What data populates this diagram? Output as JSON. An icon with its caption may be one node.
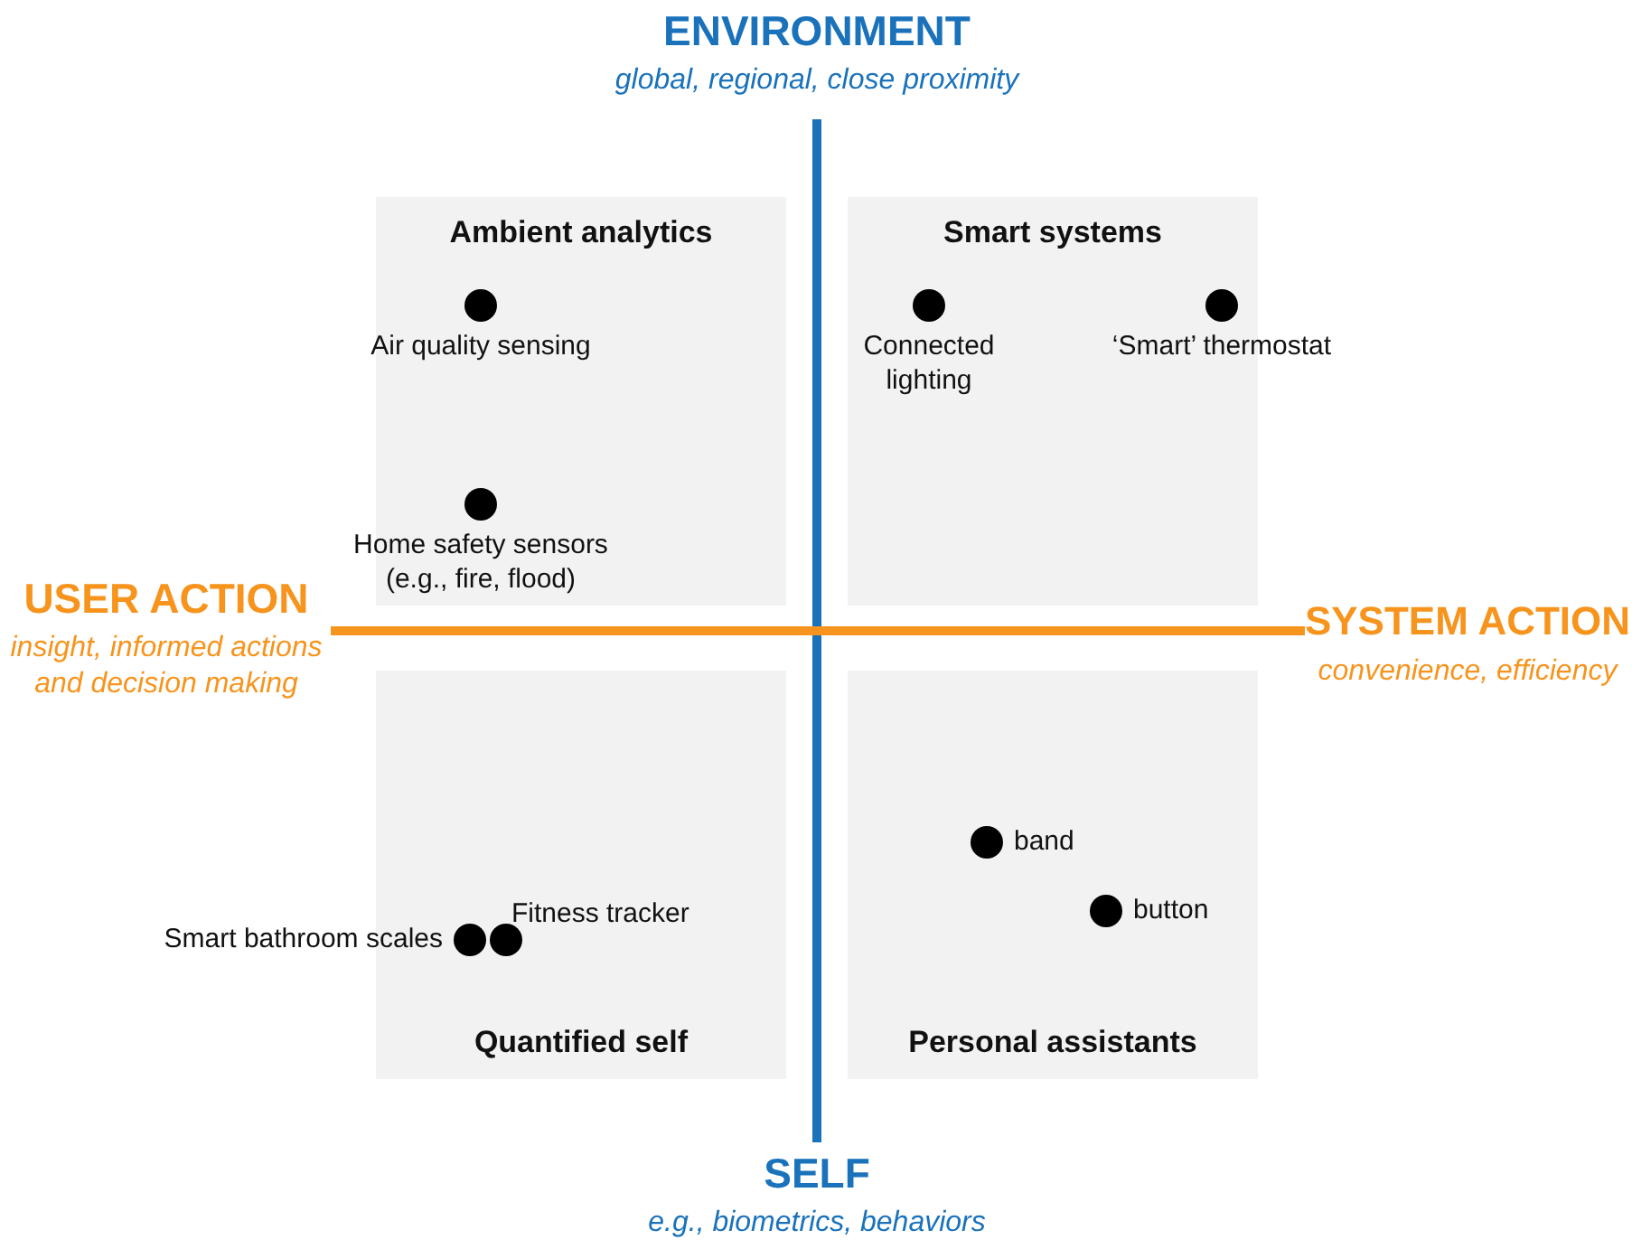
{
  "diagram": {
    "nodes": [
      {
        "text": [
          "Ambient analytics"
        ]
      },
      {
        "text": [],
        "shape": "circle",
        "beside": [
          "Air quality sensing"
        ],
        "in": 0
      },
      {
        "text": [],
        "shape": "circle",
        "beside": [
          "Home safety sensors (e.g., fire, flood)"
        ],
        "in": 0
      },
      {
        "text": [
          "Smart systems"
        ]
      },
      {
        "text": [],
        "shape": "circle",
        "beside": [
          "Connected lighting"
        ],
        "in": 3
      },
      {
        "text": [],
        "shape": "circle",
        "beside": [
          "‘Smart’ thermostat"
        ],
        "in": 3
      },
      {
        "text": [
          "Quantified self"
        ]
      },
      {
        "text": [],
        "shape": "circle",
        "beside": [
          "Fitness tracker"
        ],
        "in": 6
      },
      {
        "text": [],
        "shape": "circle",
        "beside": [
          "Smart bathroom scales"
        ],
        "in": 6
      },
      {
        "text": [
          "Personal assistants"
        ]
      },
      {
        "text": [],
        "shape": "circle",
        "beside": [
          "band"
        ],
        "in": 9
      },
      {
        "text": [],
        "shape": "circle",
        "beside": [
          "button"
        ],
        "in": 9
      }
    ],
    "edges": [],
    "labels": [
      "ENVIRONMENT",
      "global, regional, close proximity",
      "USER ACTION",
      "insight, informed actions and decision making",
      "SYSTEM ACTION",
      "convenience, efficiency",
      "SELF",
      "e.g., biometrics, behaviors"
    ]
  }
}
